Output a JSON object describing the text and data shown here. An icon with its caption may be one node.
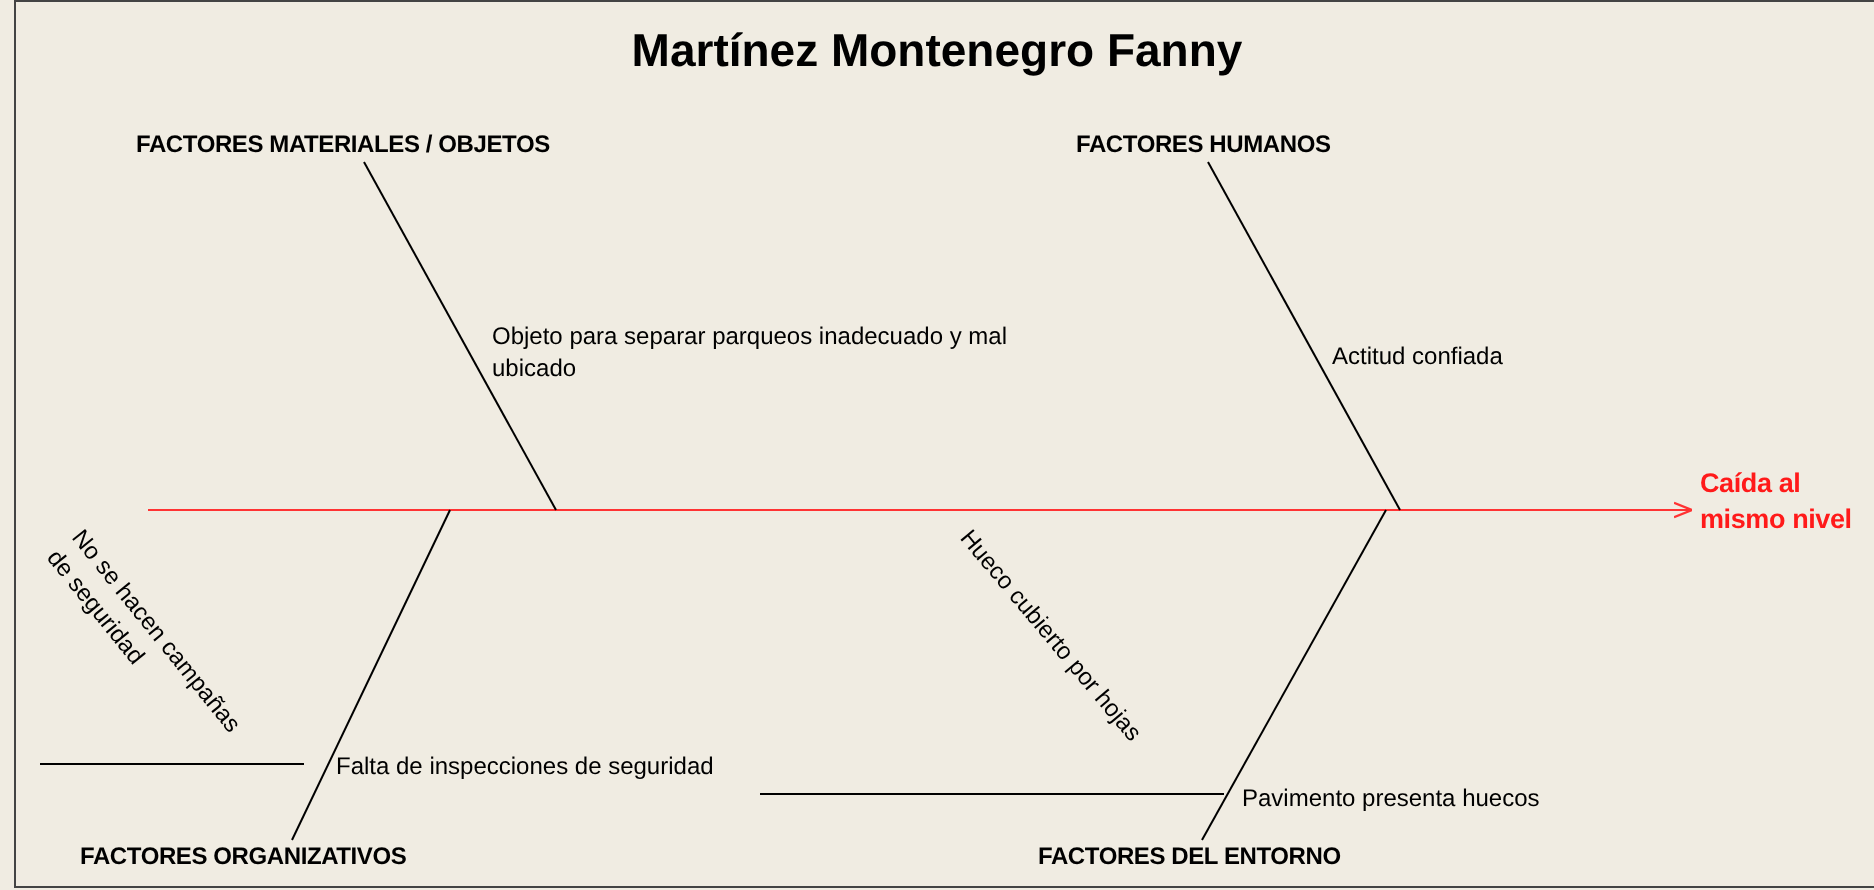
{
  "diagram": {
    "title": "Martínez Montenegro Fanny",
    "nodes": [
      {
        "text": [
          "FACTORES MATERIALES / OBJETOS"
        ]
      },
      {
        "text": [
          "FACTORES HUMANOS"
        ]
      },
      {
        "text": [
          "FACTORES ORGANIZATIVOS"
        ]
      },
      {
        "text": [
          "FACTORES DEL ENTORNO"
        ]
      },
      {
        "text": [
          "Caída al mismo nivel"
        ]
      }
    ],
    "edges": [
      {
        "from": null,
        "to": 4,
        "arrow": "to",
        "color": "#ff3333"
      },
      {
        "from": 0,
        "to": null,
        "arrow": "none"
      },
      {
        "from": 1,
        "to": null,
        "arrow": "none"
      },
      {
        "from": 2,
        "to": null,
        "arrow": "none"
      },
      {
        "from": 3,
        "to": null,
        "arrow": "none"
      }
    ],
    "labels": [
      "Objeto para separar parqueos inadecuado y mal ubicado",
      "Actitud confiada",
      "No se hacen campañas de seguridad",
      "Hueco cubierto por hojas",
      "Falta de inspecciones de seguridad",
      "Pavimento presenta huecos"
    ]
  }
}
